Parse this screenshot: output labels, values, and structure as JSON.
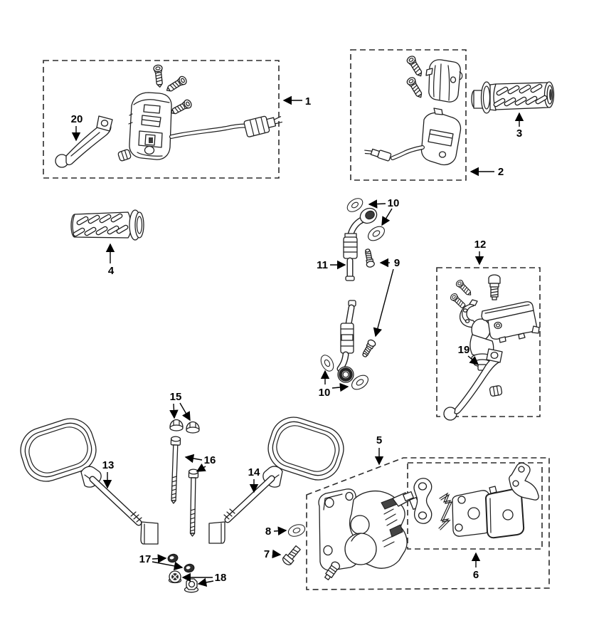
{
  "diagram": {
    "background_color": "#ffffff",
    "line_color": "#1f1f1f",
    "label_color": "#000000",
    "callouts": {
      "n1": "1",
      "n2": "2",
      "n3": "3",
      "n4": "4",
      "n5": "5",
      "n6": "6",
      "n7": "7",
      "n8": "8",
      "n9": "9",
      "n10": "10",
      "n11": "11",
      "n12": "12",
      "n13": "13",
      "n14": "14",
      "n15": "15",
      "n16": "16",
      "n17": "17",
      "n18": "18",
      "n19": "19",
      "n20": "20"
    }
  }
}
